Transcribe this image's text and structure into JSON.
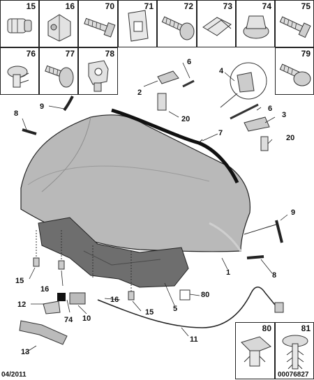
{
  "parts_grid": [
    {
      "num": "15",
      "icon": "plug-clip-icon"
    },
    {
      "num": "16",
      "icon": "cage-nut-clip-icon"
    },
    {
      "num": "70",
      "icon": "stud-screw-icon"
    },
    {
      "num": "71",
      "icon": "plate-clip-icon"
    },
    {
      "num": "72",
      "icon": "pan-head-screw-icon"
    },
    {
      "num": "73",
      "icon": "spring-clip-icon"
    },
    {
      "num": "74",
      "icon": "flange-nut-icon"
    },
    {
      "num": "75",
      "icon": "self-tapping-screw-icon"
    },
    {
      "num": "76",
      "icon": "push-rivet-icon"
    },
    {
      "num": "77",
      "icon": "mushroom-screw-icon"
    },
    {
      "num": "78",
      "icon": "retaining-clip-icon"
    },
    {
      "num": "79",
      "icon": "flange-screw-icon"
    },
    {
      "num": "80",
      "icon": "square-rivet-icon"
    },
    {
      "num": "81",
      "icon": "christmas-tree-clip-icon"
    }
  ],
  "callouts": {
    "c1": "1",
    "c2": "2",
    "c3": "3",
    "c4": "4",
    "c5": "5",
    "c6a": "6",
    "c6b": "6",
    "c7": "7",
    "c8a": "8",
    "c8b": "8",
    "c9a": "9",
    "c9b": "9",
    "c10": "10",
    "c11": "11",
    "c12": "12",
    "c13": "13",
    "c15a": "15",
    "c15b": "15",
    "c16a": "16",
    "c16b": "16",
    "c20a": "20",
    "c20b": "20",
    "c74": "74",
    "c80": "80"
  },
  "footer": {
    "date": "04/2011",
    "ref": "00076827"
  }
}
